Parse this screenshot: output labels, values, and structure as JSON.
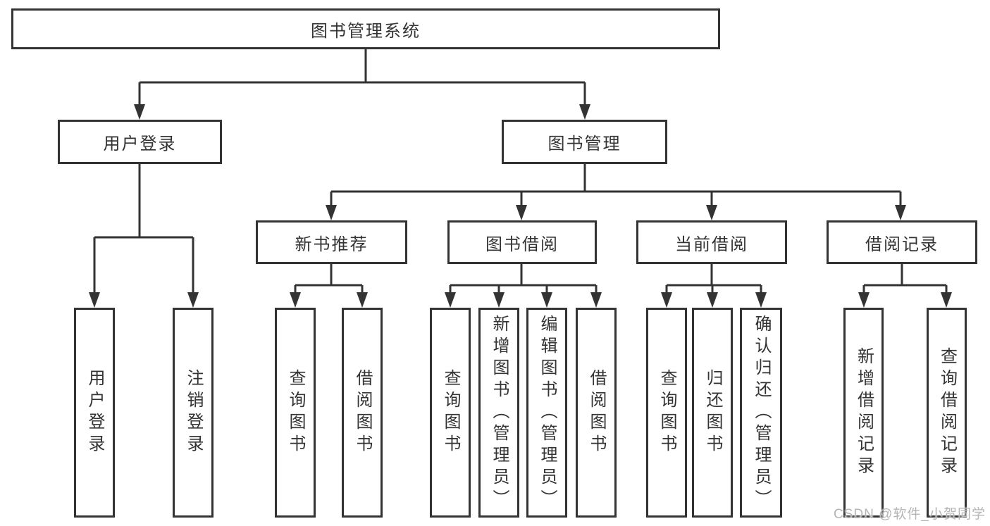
{
  "diagram": {
    "root": "图书管理系统",
    "branches": [
      {
        "label": "用户登录",
        "children": [
          "用户登录",
          "注销登录"
        ]
      },
      {
        "label": "图书管理",
        "groups": [
          {
            "label": "新书推荐",
            "children": [
              "查询图书",
              "借阅图书"
            ]
          },
          {
            "label": "图书借阅",
            "children": [
              "查询图书",
              "新增图书（管理员）",
              "编辑图书（管理员）",
              "借阅图书"
            ]
          },
          {
            "label": "当前借阅",
            "children": [
              "查询图书",
              "归还图书",
              "确认归还（管理员）"
            ]
          },
          {
            "label": "借阅记录",
            "children": [
              "新增借阅记录",
              "查询借阅记录"
            ]
          }
        ]
      }
    ]
  },
  "watermark": "CSDN @软件_小贺同学",
  "colors": {
    "line": "#333333",
    "background": "#ffffff",
    "watermark": "#b5b5b5"
  }
}
